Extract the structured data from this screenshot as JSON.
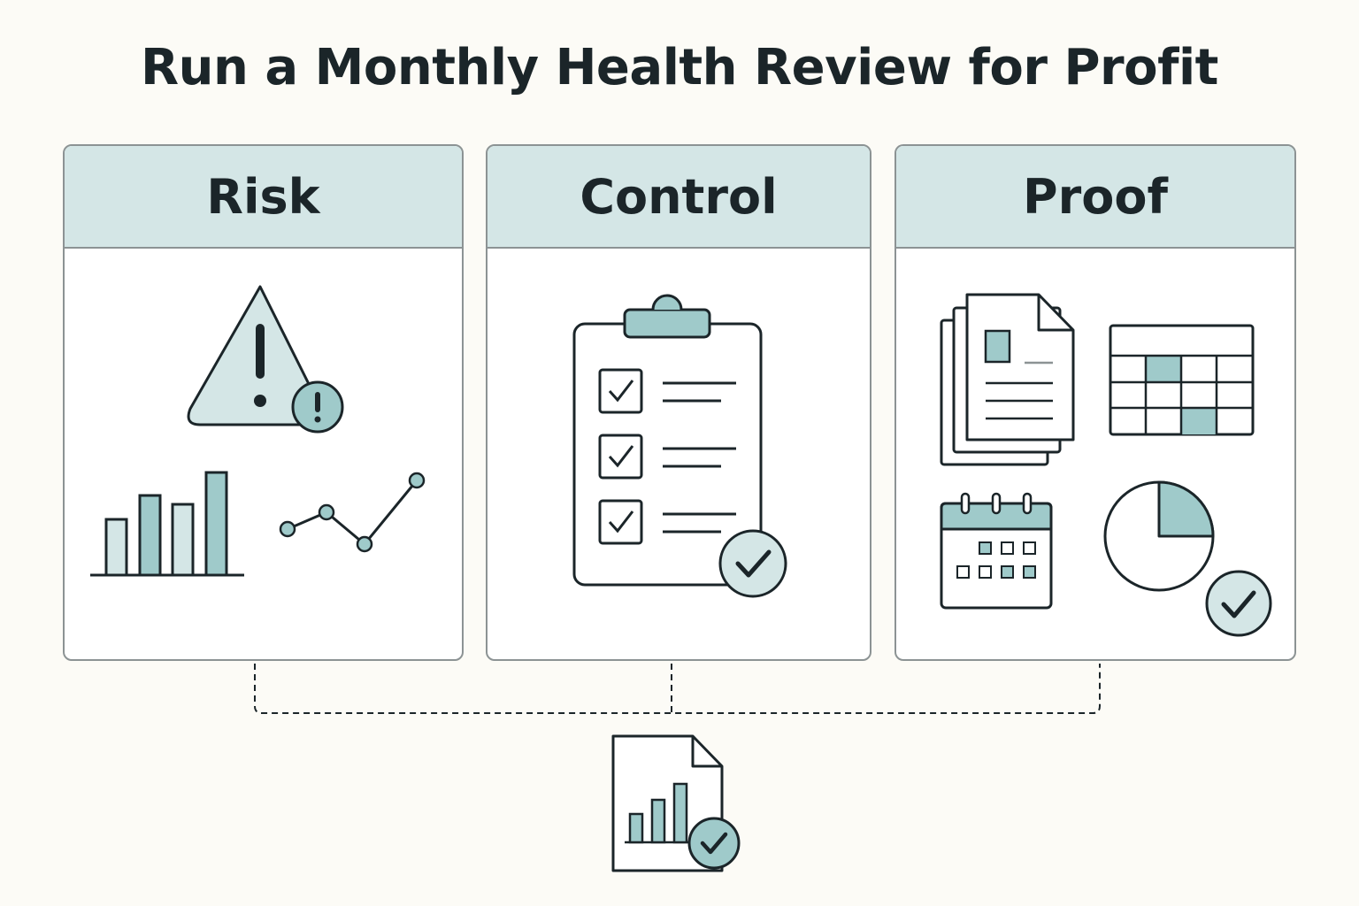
{
  "title": "Run a Monthly Health Review for Profit",
  "panels": [
    {
      "label": "Risk"
    },
    {
      "label": "Control"
    },
    {
      "label": "Proof"
    }
  ],
  "icons": {
    "risk": [
      "warning-triangle-icon",
      "alert-badge-icon",
      "bar-chart-icon",
      "line-chart-icon"
    ],
    "control": [
      "clipboard-checklist-icon",
      "check-badge-icon"
    ],
    "proof": [
      "document-stack-icon",
      "table-grid-icon",
      "calendar-icon",
      "pie-chart-icon",
      "check-badge-icon"
    ],
    "summary": [
      "report-document-icon",
      "check-badge-icon"
    ]
  },
  "colors": {
    "background": "#fcfbf6",
    "panel_header": "#d4e6e6",
    "accent": "#9fcaca",
    "accent_light": "#d4e6e6",
    "stroke": "#1b2529",
    "border": "#8c9394"
  }
}
